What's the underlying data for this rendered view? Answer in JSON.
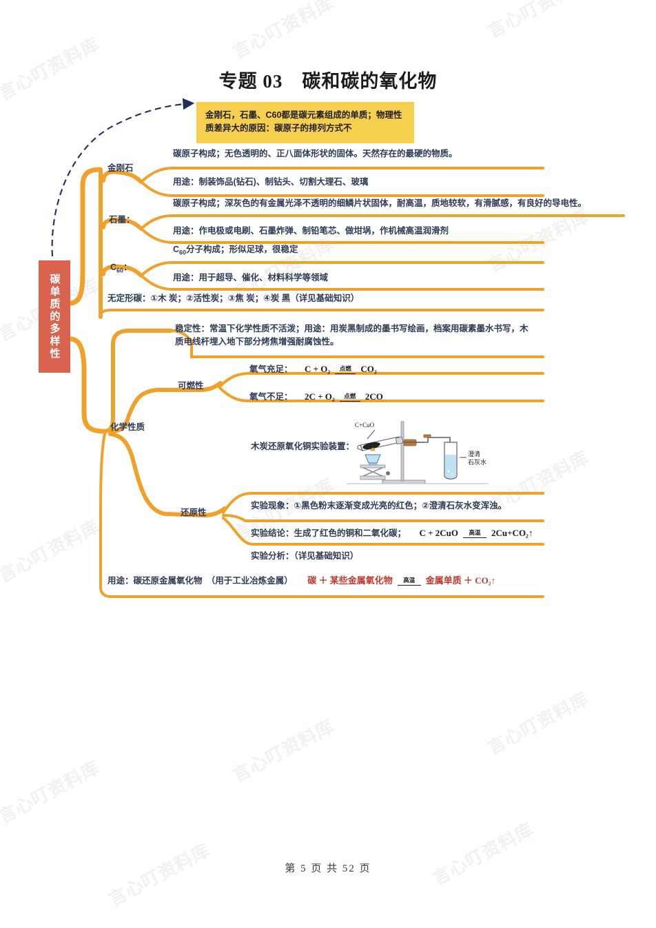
{
  "page": {
    "title": "专题 03　碳和碳的氧化物",
    "footer": "第 5 页 共 52 页",
    "watermark": "言心叮资料库"
  },
  "colors": {
    "branch_orange": "#EFA12A",
    "root_red": "#D9634F",
    "note_yellow": "#F7CF4F",
    "text_navy": "#2F3A56",
    "red_equation": "#C0392B",
    "dashed_arrow": "#1F2D5A"
  },
  "root": {
    "label": "碳单质的多样性"
  },
  "note": {
    "text": "金刚石，石墨、C60都是碳元素组成的单质；物理性质差异大的原因：碳原子的排列方式不"
  },
  "branches": {
    "diamond": {
      "title": "金刚石",
      "items": [
        "碳原子构成；无色透明的、正八面体形状的固体。天然存在的最硬的物质。",
        "用途：制装饰品(钻石)、制钻头、切割大理石、玻璃"
      ]
    },
    "graphite": {
      "title": "石墨：",
      "items": [
        "碳原子构成；深灰色的有金属光泽不透明的细鳞片状固体，耐高温，质地较软，有滑腻感，有良好的导电性。",
        "用途：作电极或电刷、石墨炸弹、制铅笔芯、做坩埚，作机械高温润滑剂"
      ]
    },
    "c60": {
      "title": "C60：",
      "title_base": "C",
      "title_sub": "60",
      "title_tail": "：",
      "items": [
        "C60分子构成；形似足球，很稳定",
        "用途：用于超导、催化、材料科学等领域"
      ],
      "item0_base": "C",
      "item0_sub": "60",
      "item0_tail": "分子构成；形似足球，很稳定"
    },
    "amorphous": {
      "text": "无定形碳：①木 炭；②活性炭；③焦 炭；④炭 黑（详见基础知识）"
    },
    "chemical": {
      "title": "化学性质",
      "stability": "稳定性：常温下化学性质不活泼；用途：用炭黑制成的墨书写绘画，档案用碳素墨水书写，木质电线杆埋入地下部分烤焦增强耐腐蚀性。",
      "flammability": {
        "title": "可燃性",
        "rows": [
          {
            "label": "氧气充足：",
            "left": "C + O₂",
            "condition": "点燃",
            "right": "CO₂"
          },
          {
            "label": "氧气不足：",
            "left": "2C + O₂",
            "condition": "点燃",
            "right": "2CO"
          }
        ]
      },
      "reduction": {
        "title": "还原性",
        "apparatus_label": "木炭还原氧化铜实验装置：",
        "apparatus": {
          "reagent_label": "C+CuO",
          "limewater_line1": "澄清",
          "limewater_line2": "石灰水"
        },
        "phenomenon": "实验现象：①黑色粉末逐渐变成光亮的红色；②澄清石灰水变浑浊。",
        "conclusion_text": "实验结论：生成了红色的铜和二氧化碳；",
        "conclusion_eq": {
          "left": "C + 2CuO",
          "condition": "高温",
          "right": "2Cu+CO₂↑"
        },
        "analysis": "实验分析：（详见基础知识）"
      }
    },
    "use": {
      "text": "用途：碳还原金属氧化物　（用于工业冶炼金属）",
      "equation": {
        "left": "碳 ＋ 某些金属氧化物",
        "condition": "高温",
        "right": "金属单质 ＋ CO₂↑"
      }
    }
  }
}
